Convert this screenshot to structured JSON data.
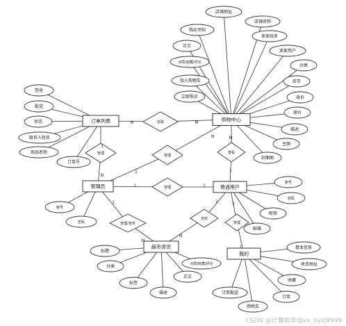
{
  "watermark": "CSDN @计算机毕设vx_bysj9999",
  "entities": [
    {
      "id": "order_list",
      "label": "订单列表"
    },
    {
      "id": "cart",
      "label": "购物中心"
    },
    {
      "id": "admin",
      "label": "管理员"
    },
    {
      "id": "user",
      "label": "普通用户"
    },
    {
      "id": "info",
      "label": "超市资讯"
    },
    {
      "id": "mine",
      "label": "我的"
    }
  ],
  "relationships": [
    {
      "id": "rel_order_cart",
      "label": "关联"
    },
    {
      "id": "rel_admin_order",
      "label": "管理"
    },
    {
      "id": "rel_admin_cart",
      "label": "管理"
    },
    {
      "id": "rel_user_cart",
      "label": "查看"
    },
    {
      "id": "rel_admin_user",
      "label": "管理"
    },
    {
      "id": "rel_admin_info",
      "label": "管理/发布"
    },
    {
      "id": "rel_user_info",
      "label": "浏览"
    },
    {
      "id": "rel_user_mine",
      "label": "管理"
    }
  ],
  "attributes": [
    {
      "id": "a_shop_addr",
      "label": "店铺地址"
    },
    {
      "id": "a_shop_name",
      "label": "店铺名称"
    },
    {
      "id": "a_buy_notice",
      "label": "购买须知"
    },
    {
      "id": "a_seller_name",
      "label": "卖家姓名"
    },
    {
      "id": "a_body",
      "label": "正文"
    },
    {
      "id": "a_seller_user",
      "label": "卖家用户"
    },
    {
      "id": "a_click_fav",
      "label": "点赞/收藏/评论"
    },
    {
      "id": "a_category",
      "label": "分类"
    },
    {
      "id": "a_add_cart",
      "label": "加入购物车"
    },
    {
      "id": "a_stock",
      "label": "库存"
    },
    {
      "id": "a_buy_now",
      "label": "立即购买"
    },
    {
      "id": "a_price",
      "label": "会价"
    },
    {
      "id": "a_orig_price",
      "label": "原价"
    },
    {
      "id": "a_desc",
      "label": "描述"
    },
    {
      "id": "a_main_img",
      "label": "主图"
    },
    {
      "id": "a_cover",
      "label": "封面图"
    },
    {
      "id": "o_sign",
      "label": "签收"
    },
    {
      "id": "o_ship",
      "label": "配送"
    },
    {
      "id": "o_status",
      "label": "状态"
    },
    {
      "id": "o_contact",
      "label": "联系人姓名"
    },
    {
      "id": "o_product",
      "label": "商品名称"
    },
    {
      "id": "o_number",
      "label": "订单号"
    },
    {
      "id": "ad_account",
      "label": "账号"
    },
    {
      "id": "ad_password",
      "label": "密码"
    },
    {
      "id": "u_account",
      "label": "账号"
    },
    {
      "id": "u_password",
      "label": "密码"
    },
    {
      "id": "u_nickname",
      "label": "昵称"
    },
    {
      "id": "u_email",
      "label": "邮箱"
    },
    {
      "id": "i_title",
      "label": "标题"
    },
    {
      "id": "i_category",
      "label": "分类"
    },
    {
      "id": "i_tag",
      "label": "标签"
    },
    {
      "id": "i_desc",
      "label": "描述"
    },
    {
      "id": "i_body",
      "label": "正文"
    },
    {
      "id": "i_click_fav",
      "label": "点赞/收藏/评论"
    },
    {
      "id": "m_basic",
      "label": "基本信息"
    },
    {
      "id": "m_address",
      "label": "收货地址"
    },
    {
      "id": "m_fav",
      "label": "收藏"
    },
    {
      "id": "m_order",
      "label": "订单"
    },
    {
      "id": "m_order_ship",
      "label": "订单配送"
    },
    {
      "id": "m_cart",
      "label": "购物车"
    }
  ],
  "cardinalities": [
    {
      "id": "c1",
      "label": "N"
    },
    {
      "id": "c2",
      "label": "M"
    },
    {
      "id": "c3",
      "label": "1"
    },
    {
      "id": "c4",
      "label": "N"
    },
    {
      "id": "c5",
      "label": "1"
    },
    {
      "id": "c6",
      "label": "N"
    },
    {
      "id": "c7",
      "label": "1"
    },
    {
      "id": "c8",
      "label": "M"
    },
    {
      "id": "c9",
      "label": "1"
    },
    {
      "id": "c10",
      "label": "1"
    },
    {
      "id": "c11",
      "label": "1"
    },
    {
      "id": "c12",
      "label": "N"
    },
    {
      "id": "c13",
      "label": "1"
    },
    {
      "id": "c14",
      "label": "N"
    },
    {
      "id": "c15",
      "label": "1"
    },
    {
      "id": "c16",
      "label": "1"
    }
  ]
}
